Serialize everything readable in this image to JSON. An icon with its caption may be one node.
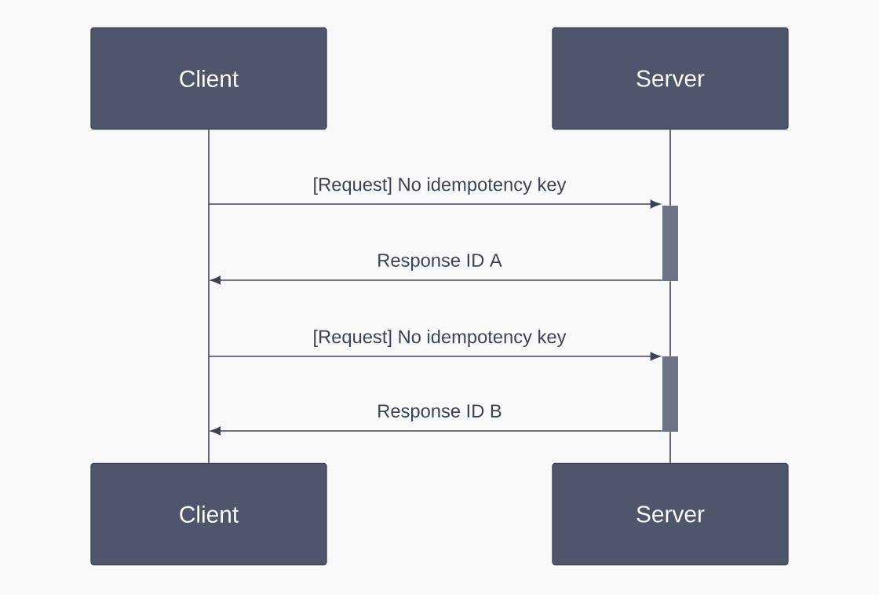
{
  "diagram": {
    "nodes": [
      {
        "text": [
          "Client"
        ]
      },
      {
        "text": [
          "Server"
        ]
      },
      {
        "text": [
          "Client"
        ]
      },
      {
        "text": [
          "Server"
        ]
      },
      {
        "text": [],
        "shape": "bar"
      },
      {
        "text": [],
        "shape": "bar"
      }
    ],
    "edges": [
      {
        "from": 0,
        "to": 2,
        "arrow": "none"
      },
      {
        "from": 1,
        "to": 4,
        "arrow": "none"
      },
      {
        "from": 4,
        "to": 5,
        "arrow": "none"
      },
      {
        "from": 5,
        "to": 3,
        "arrow": "none"
      },
      {
        "from": null,
        "to": 4,
        "arrow": "to",
        "label": "[Request] No idempotency key"
      },
      {
        "from": 4,
        "to": null,
        "arrow": "to",
        "label": "Response ID A"
      },
      {
        "from": null,
        "to": 5,
        "arrow": "to",
        "label": "[Request] No idempotency key"
      },
      {
        "from": 5,
        "to": null,
        "arrow": "to",
        "label": "Response ID B"
      }
    ]
  }
}
